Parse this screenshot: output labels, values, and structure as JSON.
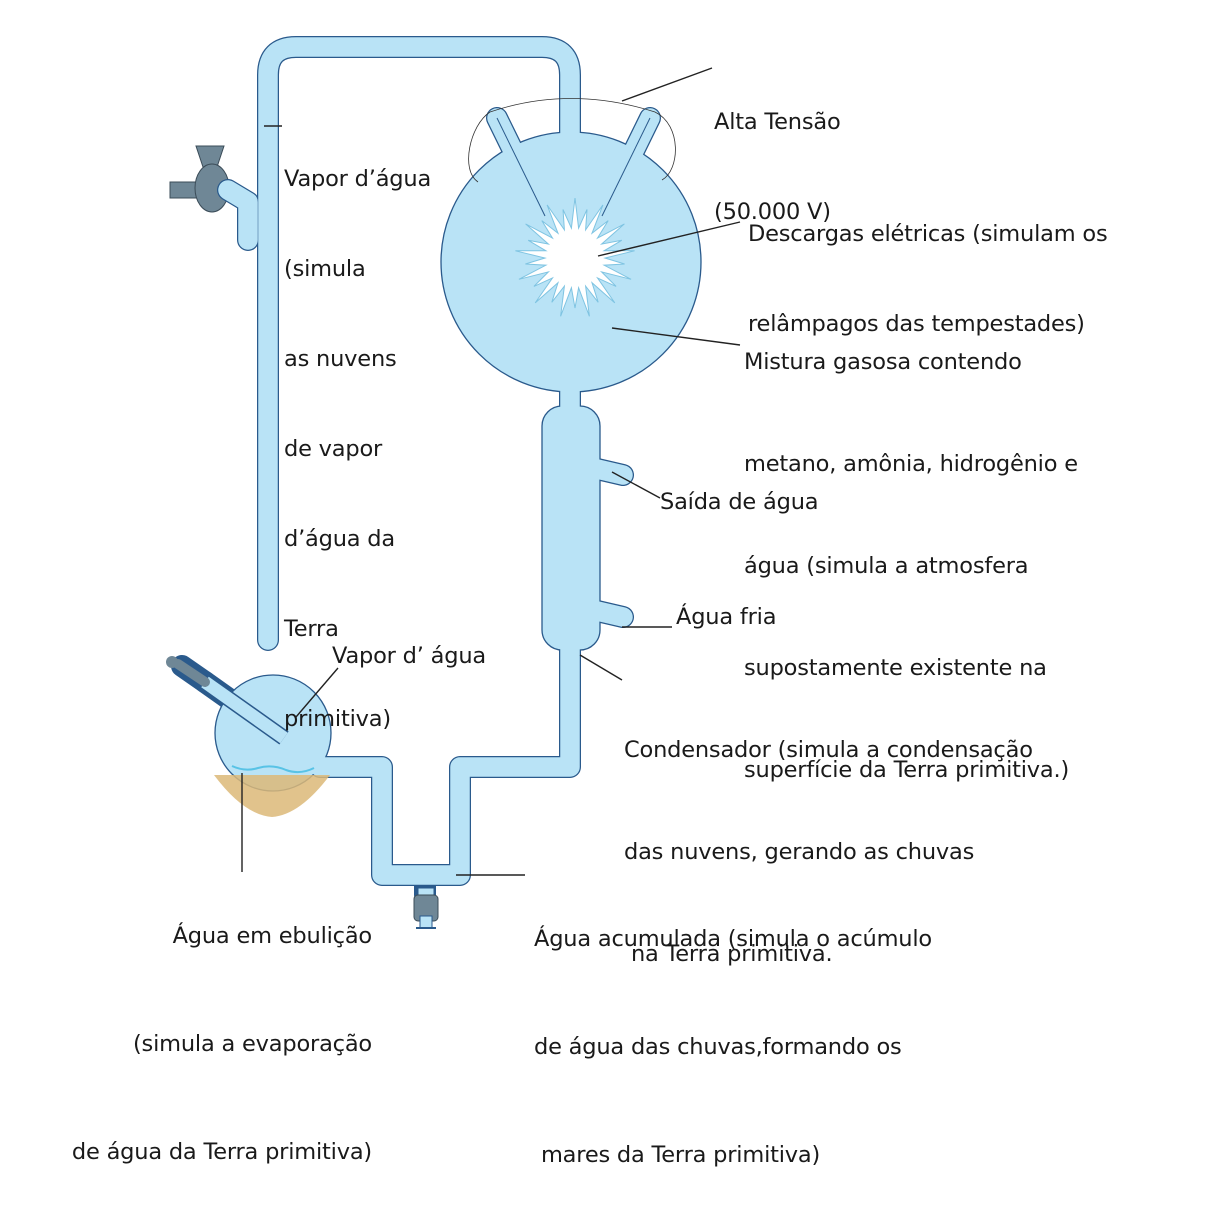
{
  "labels": {
    "vapor_lines": [
      "Vapor d’água",
      "(simula",
      "as nuvens",
      "de vapor",
      "d’água da",
      "Terra",
      "primitiva)"
    ],
    "alta_tensao_lines": [
      "Alta Tensão",
      "(50.000 V)"
    ],
    "descargas_lines": [
      "Descargas elétricas (simulam os",
      "relâmpagos das tempestades)"
    ],
    "mistura_lines": [
      "Mistura gasosa contendo",
      "metano, amônia, hidrogênio e",
      "água (simula a atmosfera",
      "supostamente existente na",
      "superfície da Terra primitiva.)"
    ],
    "saida_agua": "Saída de água",
    "agua_fria": "Água fria",
    "condensador_lines": [
      "Condensador (simula a condensação",
      "das nuvens, gerando as chuvas",
      " na Terra primitiva."
    ],
    "vapor_dagua_flask": "Vapor d’ água",
    "ebulicao_lines": [
      "Água em ebulição",
      "(simula a evaporação",
      "de água da Terra primitiva)"
    ],
    "acumulada_lines": [
      "Água acumulada (simula o acúmulo",
      "de água das chuvas,formando os",
      " mares da Terra primitiva)"
    ]
  },
  "colors": {
    "glass_fill": "#b9e3f6",
    "glass_outline": "#2a5a8c",
    "heater": "#dcb878",
    "water_surface": "#58c3e6",
    "stopcock": "#6f8796",
    "spark": "#ffffff"
  }
}
